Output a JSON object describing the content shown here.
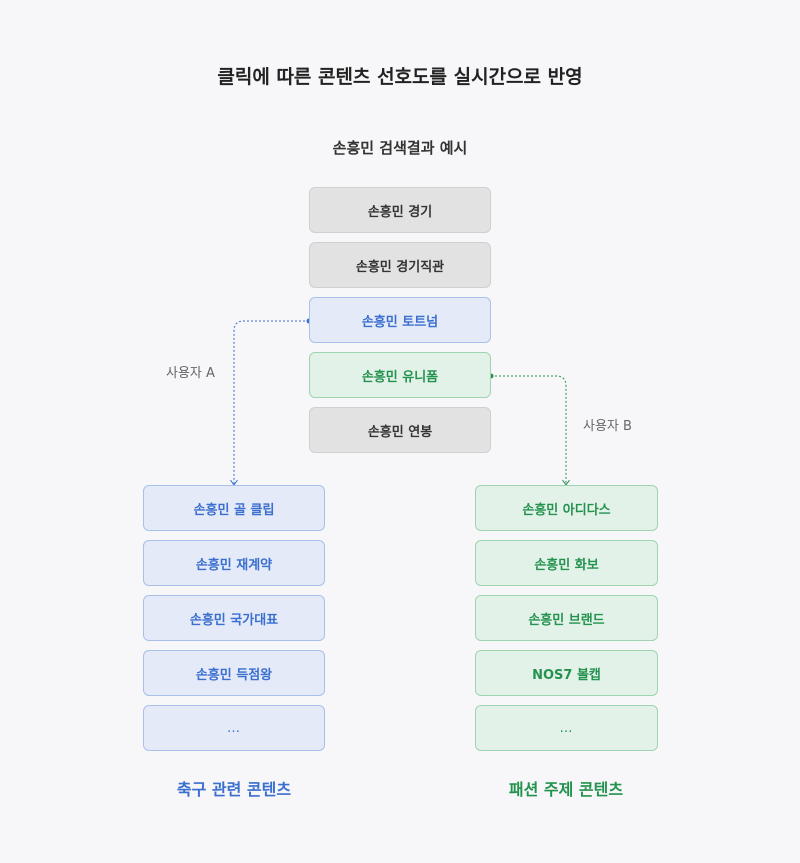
{
  "title": "클릭에 따른 콘텐츠 선호도를 실시간으로 반영",
  "subtitle": "손흥민 검색결과 예시",
  "search_results": [
    {
      "label": "손흥민 경기",
      "state": "default"
    },
    {
      "label": "손흥민 경기직관",
      "state": "default"
    },
    {
      "label": "손흥민 토트넘",
      "state": "clicked-user-a"
    },
    {
      "label": "손흥민 유니폼",
      "state": "clicked-user-b"
    },
    {
      "label": "손흥민 연봉",
      "state": "default"
    }
  ],
  "user_a": {
    "label": "사용자 A",
    "items": [
      "손흥민 골 클립",
      "손흥민 재계약",
      "손흥민 국가대표",
      "손흥민 득점왕",
      "…"
    ],
    "group_label": "축구 관련 콘텐츠"
  },
  "user_b": {
    "label": "사용자 B",
    "items": [
      "손흥민 아디다스",
      "손흥민 화보",
      "손흥민 브랜드",
      "NOS7 볼캡",
      "…"
    ],
    "group_label": "패션 주제 콘텐츠"
  },
  "colors": {
    "blue": "#3a6fcf",
    "green": "#24924f",
    "gray": "#e2e2e3",
    "background": "#f7f7f9"
  }
}
